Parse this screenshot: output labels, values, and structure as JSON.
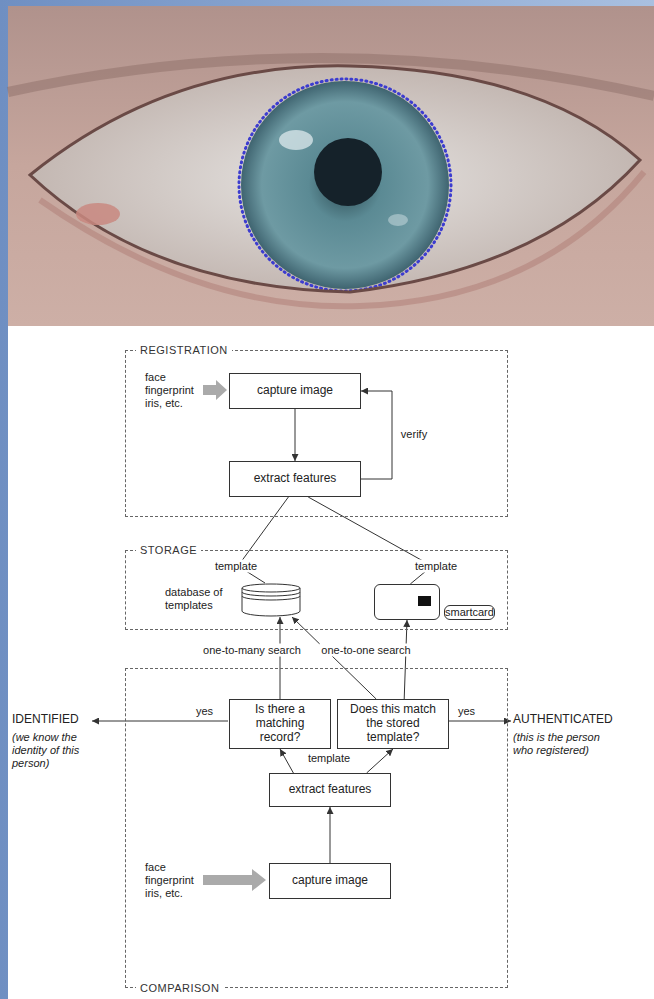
{
  "diagram": {
    "nodes": [
      {
        "text": [
          "REGISTRATION"
        ]
      },
      {
        "text": [
          "capture image"
        ],
        "in": 0
      },
      {
        "text": [
          "extract features"
        ],
        "in": 0
      },
      {
        "text": [
          "STORAGE"
        ]
      },
      {
        "text": [
          "database of templates"
        ],
        "in": 3
      },
      {
        "text": [
          "smartcard"
        ],
        "in": 3
      },
      {
        "text": [
          "COMPARISON"
        ]
      },
      {
        "text": [
          "Is there a matching record?"
        ],
        "in": 6
      },
      {
        "text": [
          "Does this match the stored template?"
        ],
        "in": 6
      },
      {
        "text": [
          "extract features"
        ],
        "in": 6
      },
      {
        "text": [
          "capture image"
        ],
        "in": 6
      }
    ],
    "edges": [
      {
        "from": 1,
        "to": 2,
        "arrow": "to"
      },
      {
        "from": 2,
        "to": 1,
        "label": "verify",
        "arrow": "to"
      },
      {
        "from": 2,
        "to": 4,
        "label": "template",
        "arrow": "none"
      },
      {
        "from": 2,
        "to": 5,
        "label": "template",
        "arrow": "none"
      },
      {
        "from": 10,
        "to": 9,
        "arrow": "to"
      },
      {
        "from": 9,
        "to": 7,
        "label": "template",
        "arrow": "to"
      },
      {
        "from": 9,
        "to": 8,
        "arrow": "to"
      },
      {
        "from": 7,
        "to": 4,
        "label": "one-to-many search",
        "arrow": "to"
      },
      {
        "from": 8,
        "to": 4,
        "arrow": "to"
      },
      {
        "from": 8,
        "to": 5,
        "label": "one-to-one search",
        "arrow": "to"
      }
    ],
    "labels": [
      "face fingerprint iris, etc.",
      "face fingerprint iris, etc.",
      "IDENTIFIED",
      "(we know the identity of this person)",
      "yes",
      "yes",
      "AUTHENTICATED",
      "(this is the person who registered)"
    ]
  }
}
